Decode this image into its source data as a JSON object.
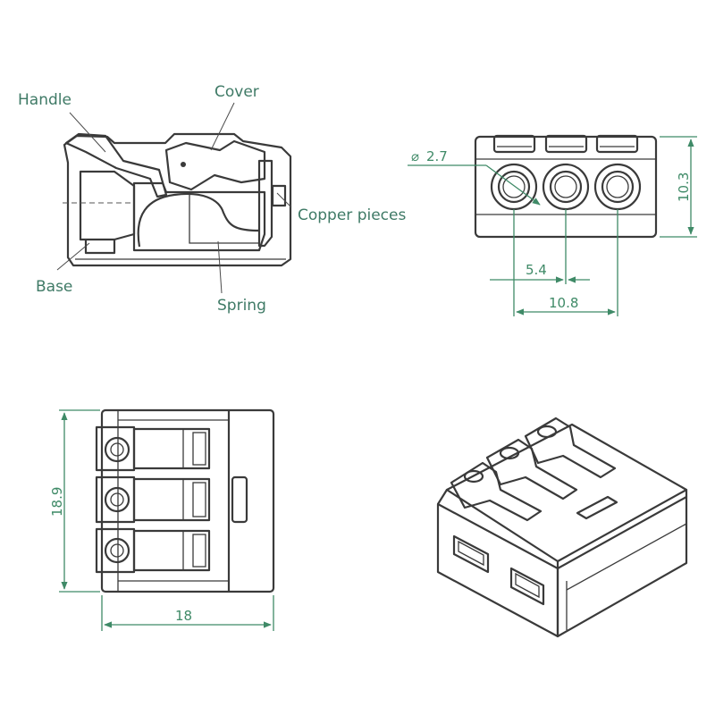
{
  "colors": {
    "label": "#3f7a66",
    "dimension": "#3f8a67",
    "outline": "#3a3a3a"
  },
  "section_view": {
    "labels": {
      "handle": "Handle",
      "cover": "Cover",
      "copper_pieces": "Copper pieces",
      "base": "Base",
      "spring": "Spring"
    }
  },
  "front_view": {
    "hole_diameter": "2.7",
    "height": "10.3",
    "pitch": "5.4",
    "span": "10.8"
  },
  "top_view": {
    "depth": "18.9",
    "width": "18"
  }
}
